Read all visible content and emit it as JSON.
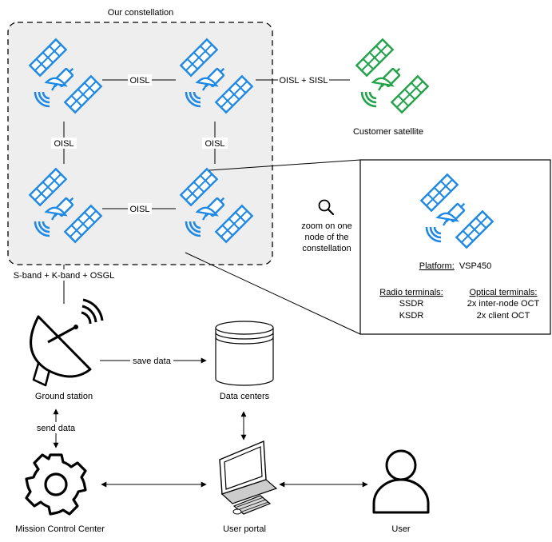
{
  "title": "Our constellation",
  "links": {
    "top": "OISL",
    "right": "OISL",
    "bottom": "OISL",
    "left": "OISL",
    "customer": "OISL + SISL",
    "ground": "S-band + K-band + OSGL"
  },
  "customer_label": "Customer satellite",
  "zoom": {
    "text_line1": "zoom on one",
    "text_line2": "node of the",
    "text_line3": "constellation"
  },
  "detail": {
    "platform_label": "Platform:",
    "platform_value": "VSP450",
    "radio_header": "Radio terminals:",
    "radio_items": [
      "SSDR",
      "KSDR"
    ],
    "optical_header": "Optical terminals:",
    "optical_items": [
      "2x inter-node OCT",
      "2x client OCT"
    ]
  },
  "nodes": {
    "ground_station": "Ground station",
    "data_centers": "Data centers",
    "mission_control": "Mission Control Center",
    "user_portal": "User portal",
    "user": "User"
  },
  "edges": {
    "save_data": "save data",
    "send_data": "send data"
  },
  "colors": {
    "satellite_blue": "#1E88E5",
    "satellite_green": "#22A34A",
    "group_fill": "#EEEEEE",
    "stroke": "#000000"
  }
}
